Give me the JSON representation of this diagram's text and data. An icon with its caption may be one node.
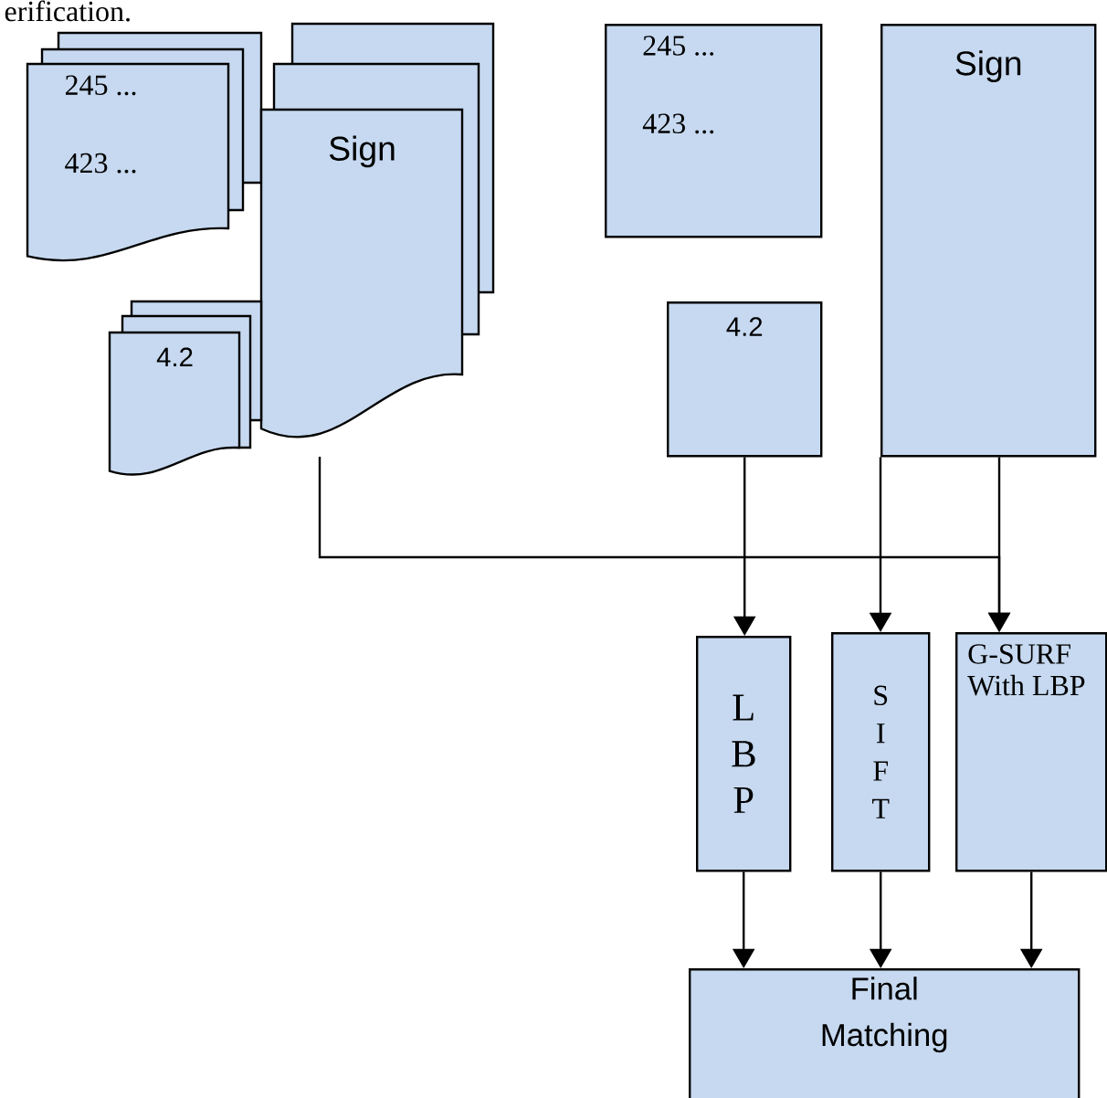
{
  "diagram": {
    "nodes": [
      {
        "text": [
          "245 ...",
          "423 ..."
        ]
      },
      {
        "text": [
          "Sign"
        ]
      },
      {
        "text": [
          "4.2"
        ]
      },
      {
        "text": [
          "245 ...",
          "423 ..."
        ]
      },
      {
        "text": [
          "Sign"
        ]
      },
      {
        "text": [
          "4.2"
        ]
      },
      {
        "text": [
          "L B P"
        ]
      },
      {
        "text": [
          "S I F T"
        ]
      },
      {
        "text": [
          "G-SURF With LBP"
        ]
      },
      {
        "text": [
          "Final Matching"
        ]
      }
    ],
    "edges": [
      {
        "from": 1,
        "to": 8,
        "arrow": "to"
      },
      {
        "from": 5,
        "to": 6,
        "arrow": "to"
      },
      {
        "from": 4,
        "to": 7,
        "arrow": "to"
      },
      {
        "from": 4,
        "to": 8,
        "arrow": "to"
      },
      {
        "from": 6,
        "to": 9,
        "arrow": "to"
      },
      {
        "from": 7,
        "to": 9,
        "arrow": "to"
      },
      {
        "from": 8,
        "to": 9,
        "arrow": "to"
      }
    ],
    "labels": [
      "erification."
    ]
  }
}
